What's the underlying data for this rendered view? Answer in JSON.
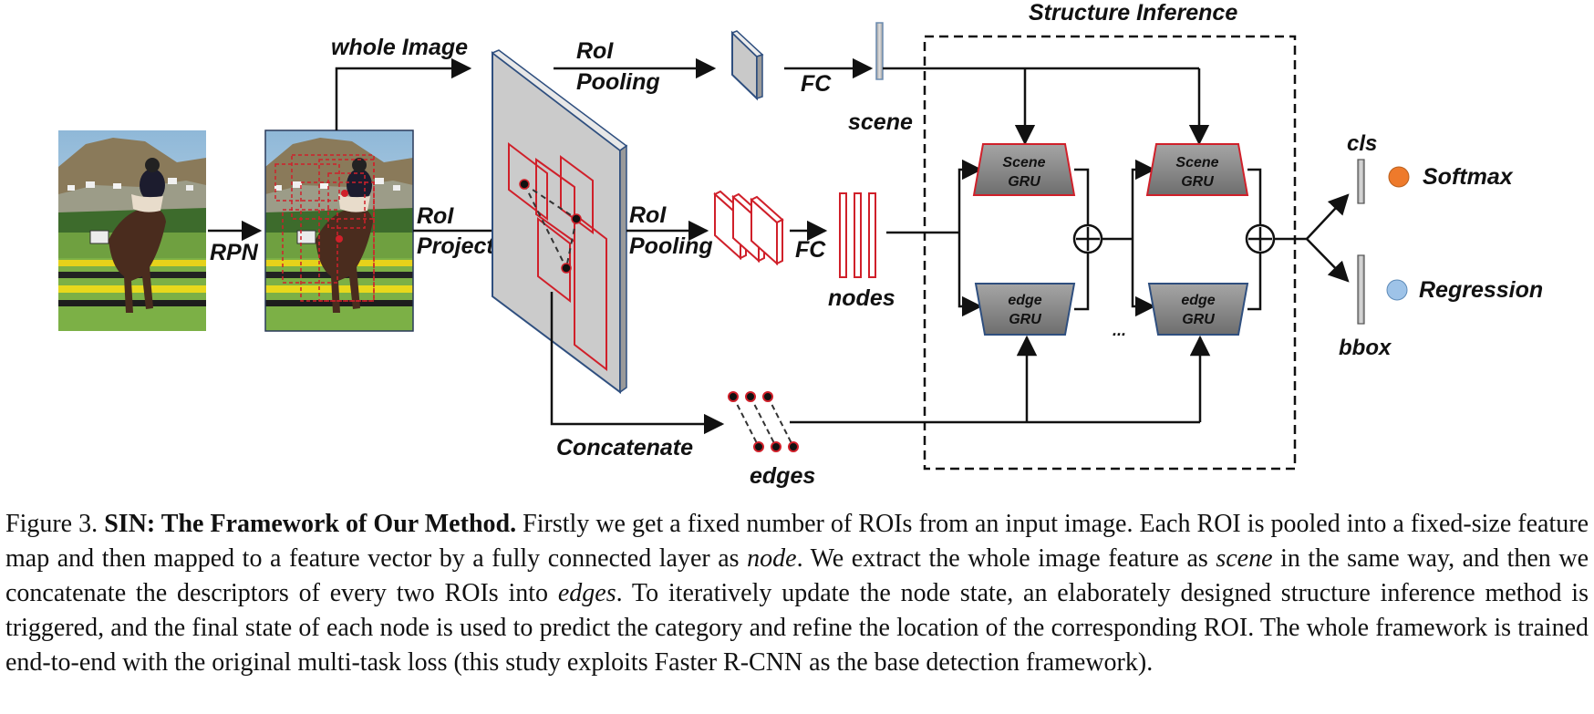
{
  "figure": {
    "labels": {
      "whole_image": "whole Image",
      "rpn": "RPN",
      "roi_projection_1": "RoI",
      "roi_projection_2": "Projection",
      "roi_pooling_top_1": "RoI",
      "roi_pooling_top_2": "Pooling",
      "fc_top": "FC",
      "scene": "scene",
      "roi_pooling_mid_1": "RoI",
      "roi_pooling_mid_2": "Pooling",
      "fc_mid": "FC",
      "nodes": "nodes",
      "concatenate": "Concatenate",
      "edges": "edges",
      "structure_inference": "Structure Inference",
      "cls": "cls",
      "softmax": "Softmax",
      "regression": "Regression",
      "bbox": "bbox",
      "ellipsis": "..."
    },
    "gru": {
      "scene_line1": "Scene",
      "scene_line2": "GRU",
      "edge_line1": "edge",
      "edge_line2": "GRU"
    },
    "colors": {
      "softmax_dot": "#ee7a2b",
      "regression_dot": "#9ec3e8",
      "roi_box": "#d0202a",
      "gru_fill": "#8a8a8a",
      "feature_map": "#c8c8c8",
      "feature_map_edge": "#2f4f7f"
    }
  },
  "caption": {
    "fig_num": "Figure 3.",
    "title": "SIN: The Framework of Our Method.",
    "t1": " Firstly we get a fixed number of ROIs from an input image. Each ROI is pooled into a fixed-size feature map and then mapped to a feature vector by a fully connected layer as ",
    "i1": "node",
    "t2": ". We extract the whole image feature as ",
    "i2": "scene",
    "t3": " in the same way, and then we concatenate the descriptors of every two ROIs into ",
    "i3": "edges",
    "t4": ". To iteratively update the node state, an elaborately designed structure inference method is triggered, and the final state of each node is used to predict the category and refine the location of the corresponding ROI. The whole framework is trained end-to-end with the original multi-task loss (this study exploits Faster R-CNN as the base detection framework)."
  }
}
